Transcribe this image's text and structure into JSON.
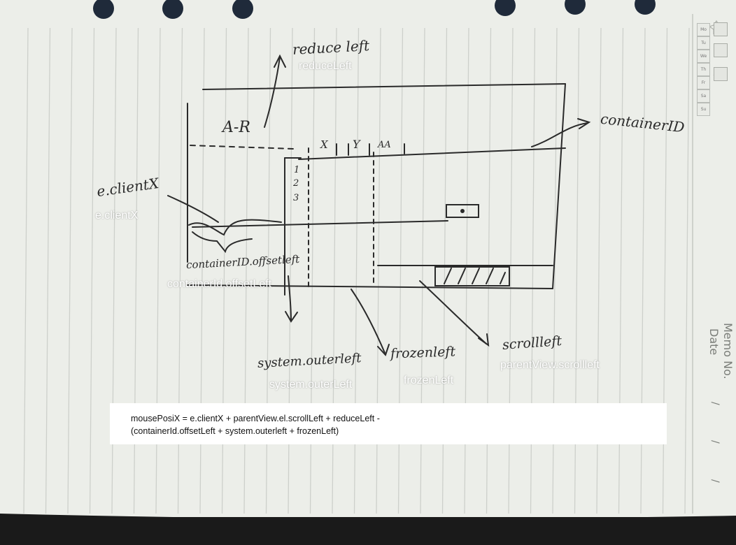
{
  "diagram": {
    "annotations": {
      "reduce_left": "reduceLeft",
      "e_client_x": "e.clientX",
      "container_offset_left": "containerId.offsetLeft",
      "system_outer_left": "system.outerLeft",
      "frozen_left": "frozenLeft",
      "parent_scroll_left": "parentView.scrollleft"
    },
    "handwriting": {
      "reduce_left": "reduce left",
      "container_id": "containerID",
      "col_range": "A-R",
      "col_x": "X",
      "col_y": "Y",
      "col_aa": "AA",
      "row_1": "1",
      "row_2": "2",
      "row_3": "3",
      "e_client": "e.clientX",
      "container_offset_left": "containerID.offsetleft",
      "system_outer_left": "system.outerleft",
      "frozen_left": "frozenleft",
      "scroll_left": "scrollleft"
    },
    "formula": {
      "line1": "mousePosiX = e.clientX + parentView.el.scrollLeft + reduceLeft -",
      "line2": "(containerId.offsetLeft + system.outerleft + frozenLeft)"
    }
  },
  "notebook": {
    "weekdays": [
      "Mo",
      "Tu",
      "We",
      "Th",
      "Fr",
      "Sa",
      "Su"
    ],
    "memo_label": "Memo No.",
    "date_label": "Date",
    "slashes": [
      "/",
      "/",
      "/"
    ]
  },
  "colors": {
    "paper": "#eceee9",
    "rule_line": "#cdd0cb",
    "ink": "#2a2a2a",
    "annotation_text": "#ffffff",
    "binder_hole": "#1f2a3a"
  }
}
